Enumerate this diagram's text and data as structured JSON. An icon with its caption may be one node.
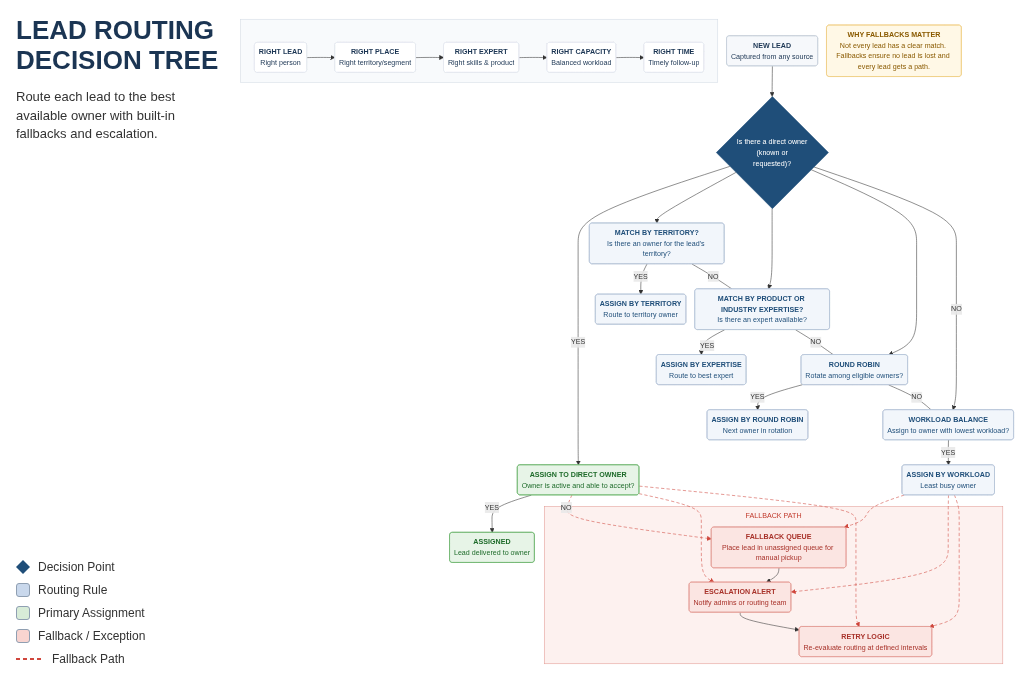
{
  "diagram": {
    "title": "LEAD ROUTING DECISION TREE",
    "nodes": [
      {
        "text": [
          "NEW LEAD",
          "Captured from any source"
        ]
      },
      {
        "text": [
          "Is there a direct owner (known or requested)?"
        ]
      },
      {
        "text": [
          "ASSIGN TO DIRECT OWNER",
          "Owner is active and able to accept?"
        ]
      },
      {
        "text": [
          "ASSIGNED",
          "Lead delivered to owner"
        ]
      },
      {
        "text": [
          "MATCH BY TERRITORY?",
          "Is there an owner for the lead's territory?"
        ]
      },
      {
        "text": [
          "ASSIGN BY TERRITORY",
          "Route to territory owner"
        ]
      },
      {
        "text": [
          "MATCH BY PRODUCT OR INDUSTRY EXPERTISE?",
          "Is there an expert available?"
        ]
      },
      {
        "text": [
          "ASSIGN BY EXPERTISE",
          "Route to best expert"
        ]
      },
      {
        "text": [
          "ROUND ROBIN",
          "Rotate among eligible owners?"
        ]
      },
      {
        "text": [
          "ASSIGN BY ROUND ROBIN",
          "Next owner in rotation"
        ]
      },
      {
        "text": [
          "WORKLOAD BALANCE",
          "Assign to owner with lowest workload?"
        ]
      },
      {
        "text": [
          "ASSIGN BY WORKLOAD",
          "Least busy owner"
        ]
      },
      {
        "text": [
          "FALLBACK PATH"
        ]
      },
      {
        "text": [
          "FALLBACK QUEUE",
          "Place lead in unassigned queue for manual pickup"
        ],
        "in": 12
      },
      {
        "text": [
          "ESCALATION ALERT",
          "Notify admins or routing team"
        ],
        "in": 12
      },
      {
        "text": [
          "RETRY LOGIC",
          "Re-evaluate routing at defined intervals"
        ],
        "in": 12
      },
      {
        "text": [],
        "shape": "box"
      },
      {
        "text": [
          "RIGHT LEAD",
          "Right person"
        ],
        "in": 16
      },
      {
        "text": [
          "RIGHT PLACE",
          "Right territory/segment"
        ],
        "in": 16
      },
      {
        "text": [
          "RIGHT EXPERT",
          "Right skills & product"
        ],
        "in": 16
      },
      {
        "text": [
          "RIGHT CAPACITY",
          "Balanced workload"
        ],
        "in": 16
      },
      {
        "text": [
          "RIGHT TIME",
          "Timely follow-up"
        ],
        "in": 16
      },
      {
        "text": [
          "WHY FALLBACKS MATTER",
          "Not every lead has a clear match. Fallbacks ensure no lead is lost and every lead gets a path."
        ]
      }
    ],
    "edges": [
      {
        "from": 0,
        "to": 1,
        "arrow": "to"
      },
      {
        "from": 1,
        "to": 2,
        "arrow": "to",
        "label": "YES"
      },
      {
        "from": 1,
        "to": 4,
        "arrow": "to"
      },
      {
        "from": 1,
        "to": 6,
        "arrow": "to"
      },
      {
        "from": 1,
        "to": 8,
        "arrow": "to"
      },
      {
        "from": 1,
        "to": 10,
        "arrow": "to",
        "label": "NO"
      },
      {
        "from": 2,
        "to": 3,
        "arrow": "to",
        "label": "YES"
      },
      {
        "from": 4,
        "to": 5,
        "arrow": "to",
        "label": "YES"
      },
      {
        "from": 4,
        "to": 6,
        "arrow": "none",
        "label": "NO"
      },
      {
        "from": 6,
        "to": 7,
        "arrow": "to",
        "label": "YES"
      },
      {
        "from": 6,
        "to": 8,
        "arrow": "none",
        "label": "NO"
      },
      {
        "from": 8,
        "to": 9,
        "arrow": "to",
        "label": "YES"
      },
      {
        "from": 8,
        "to": 10,
        "arrow": "none",
        "label": "NO"
      },
      {
        "from": 10,
        "to": 11,
        "arrow": "to",
        "label": "YES"
      },
      {
        "from": 2,
        "to": 13,
        "arrow": "to",
        "label": "NO",
        "style": "dashed",
        "color": "#d0463c"
      },
      {
        "from": 2,
        "to": 14,
        "arrow": "to",
        "style": "dashed",
        "color": "#d0463c"
      },
      {
        "from": 2,
        "to": 15,
        "arrow": "to",
        "style": "dashed",
        "color": "#d0463c"
      },
      {
        "from": 11,
        "to": 13,
        "arrow": "to",
        "style": "dashed",
        "color": "#d0463c"
      },
      {
        "from": 11,
        "to": 14,
        "arrow": "to",
        "style": "dashed",
        "color": "#d0463c"
      },
      {
        "from": 11,
        "to": 15,
        "arrow": "to",
        "style": "dashed",
        "color": "#d0463c"
      },
      {
        "from": 13,
        "to": 14,
        "arrow": "to"
      },
      {
        "from": 14,
        "to": 15,
        "arrow": "to"
      },
      {
        "from": 17,
        "to": 18,
        "arrow": "to"
      },
      {
        "from": 18,
        "to": 19,
        "arrow": "to"
      },
      {
        "from": 19,
        "to": 20,
        "arrow": "to"
      },
      {
        "from": 20,
        "to": 21,
        "arrow": "to"
      }
    ],
    "labels": [
      "Route each lead to the best available owner with built-in fallbacks and escalation."
    ],
    "legend": [
      {
        "text": "Decision Point"
      },
      {
        "text": "Routing Rule",
        "color": "#c9d8ec"
      },
      {
        "text": "Primary Assignment",
        "color": "#d8ecd8"
      },
      {
        "text": "Fallback / Exception",
        "color": "#f8d4d0"
      },
      {
        "text": "Fallback Path"
      }
    ]
  }
}
